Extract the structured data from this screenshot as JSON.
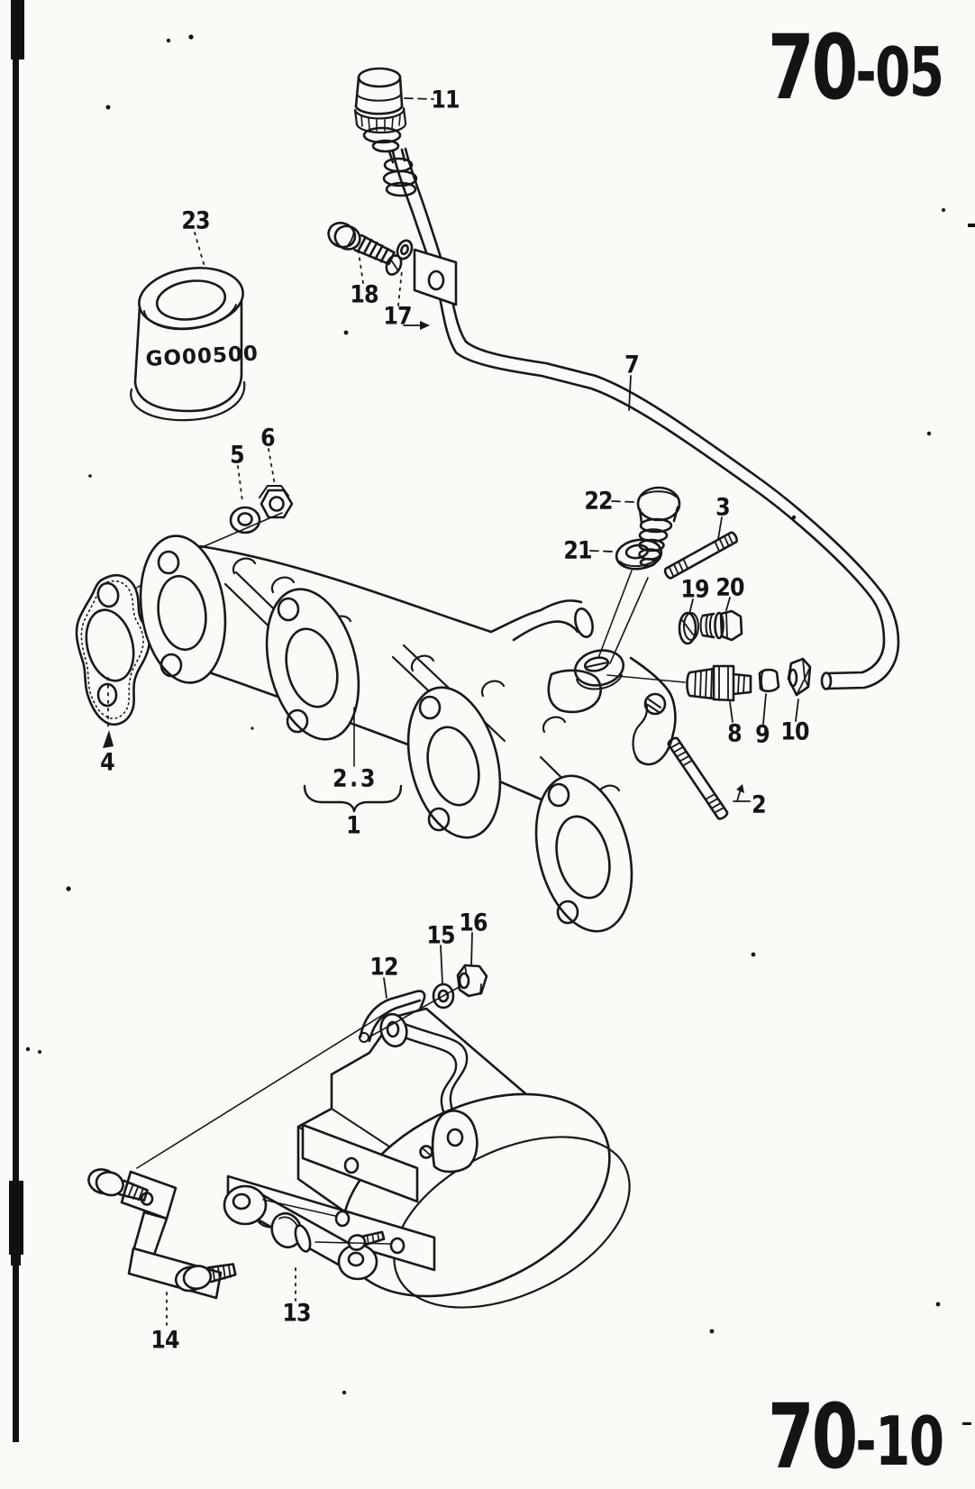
{
  "page": {
    "code_top": {
      "major": "70",
      "minor": "-05"
    },
    "code_bottom": {
      "major": "70",
      "minor": "-10"
    }
  },
  "diagram": {
    "sleeve_marking": "GO00500",
    "callouts": [
      {
        "label": "11"
      },
      {
        "label": "23"
      },
      {
        "label": "18"
      },
      {
        "label": "17"
      },
      {
        "label": "7"
      },
      {
        "label": "22"
      },
      {
        "label": "21"
      },
      {
        "label": "3"
      },
      {
        "label": "19"
      },
      {
        "label": "20"
      },
      {
        "label": "5"
      },
      {
        "label": "6"
      },
      {
        "label": "8"
      },
      {
        "label": "9"
      },
      {
        "label": "10"
      },
      {
        "label": "4"
      },
      {
        "label": "2.3"
      },
      {
        "label": "1"
      },
      {
        "label": "2"
      },
      {
        "label": "16"
      },
      {
        "label": "15"
      },
      {
        "label": "12"
      },
      {
        "label": "13"
      },
      {
        "label": "14"
      }
    ]
  }
}
